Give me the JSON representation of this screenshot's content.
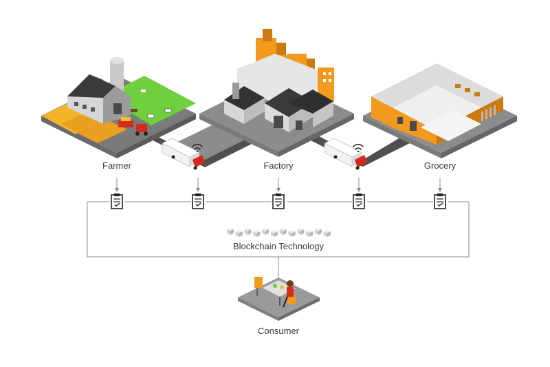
{
  "stages": {
    "farmer": {
      "label": "Farmer",
      "icon": "farm-barn-icon"
    },
    "factory": {
      "label": "Factory",
      "icon": "factory-icon"
    },
    "grocery": {
      "label": "Grocery",
      "icon": "grocery-warehouse-icon"
    }
  },
  "transport": [
    {
      "icon": "delivery-truck-icon",
      "signal_icon": "wifi-signal-icon"
    },
    {
      "icon": "delivery-truck-icon",
      "signal_icon": "wifi-signal-icon"
    }
  ],
  "ledger_nodes": [
    {
      "icon": "checklist-document-icon"
    },
    {
      "icon": "checklist-document-icon"
    },
    {
      "icon": "checklist-document-icon"
    },
    {
      "icon": "checklist-document-icon"
    },
    {
      "icon": "checklist-document-icon"
    }
  ],
  "blockchain": {
    "label": "Blockchain Technology",
    "icon": "blockchain-blocks-icon"
  },
  "consumer": {
    "label": "Consumer",
    "icon": "dining-table-person-icon"
  },
  "colors": {
    "accent_orange": "#f39a1e",
    "road": "#5b5b5b",
    "tile_gray": "#9a9a9a",
    "grass": "#6fcf3f",
    "truck_red": "#d42a1e",
    "connector": "#8a8a8a"
  }
}
